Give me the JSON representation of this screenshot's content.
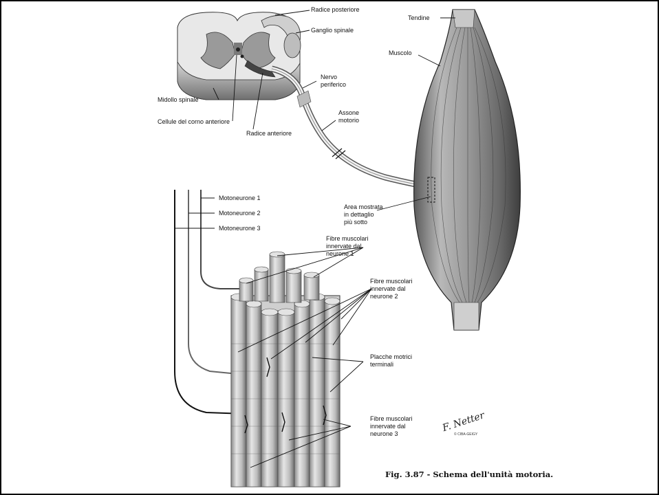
{
  "figure": {
    "labels": {
      "radice_posteriore": "Radice posteriore",
      "ganglio_spinale": "Ganglio spinale",
      "tendine": "Tendine",
      "muscolo": "Muscolo",
      "nervo_periferico_1": "Nervo",
      "nervo_periferico_2": "periferico",
      "midollo_spinale": "Midollo spinale",
      "cellule_corno": "Cellule del corno anteriore",
      "radice_anteriore": "Radice anteriore",
      "assone_1": "Assone",
      "assone_2": "motorio",
      "area_1": "Area mostrata",
      "area_2": "in dettaglio",
      "area_3": "più sotto",
      "motoneurone_1": "Motoneurone 1",
      "motoneurone_2": "Motoneurone 2",
      "motoneurone_3": "Motoneurone 3",
      "fibre1_1": "Fibre muscolari",
      "fibre1_2": "innervate dal",
      "fibre1_3": "neurone 1",
      "fibre2_1": "Fibre muscolari",
      "fibre2_2": "innervate dal",
      "fibre2_3": "neurone 2",
      "placche_1": "Placche motrici",
      "placche_2": "terminali",
      "fibre3_1": "Fibre muscolari",
      "fibre3_2": "innervate dal",
      "fibre3_3": "neurone 3",
      "signature": "F. Netter",
      "signature_sub": "© CIBA-GEIGY"
    },
    "caption": "Fig. 3.87 - Schema dell'unità motoria."
  }
}
